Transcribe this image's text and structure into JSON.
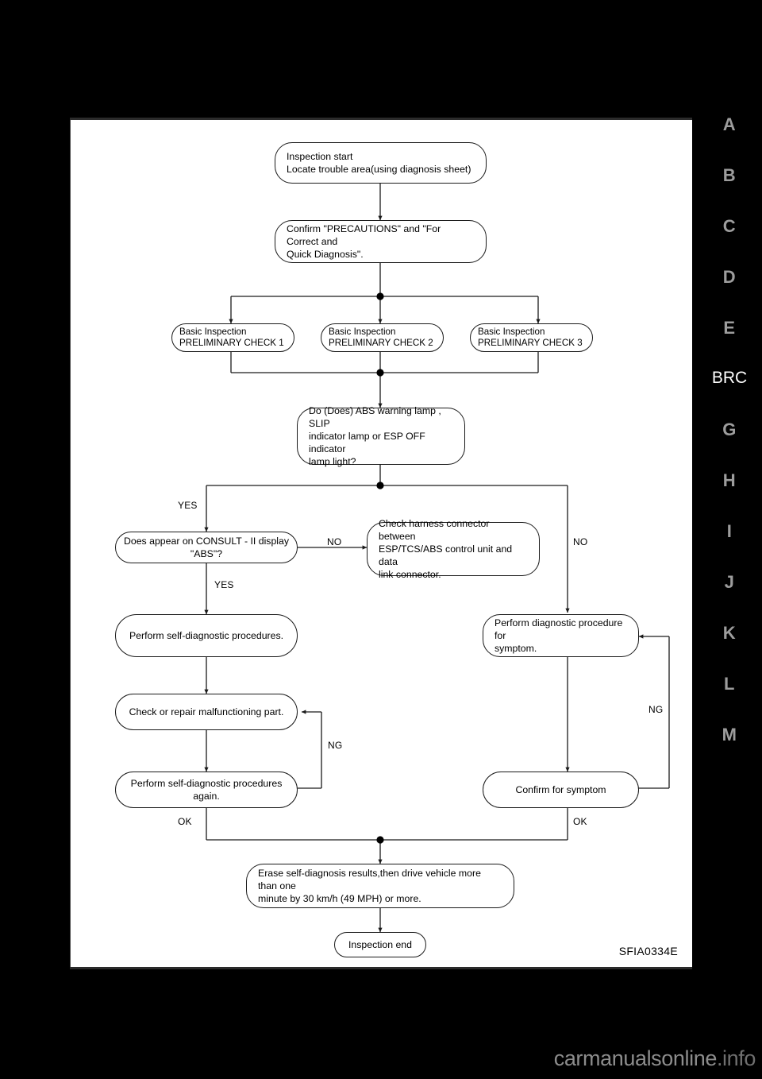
{
  "document": {
    "figure_id": "SFIA0334E",
    "watermark": "carmanualsonline",
    "watermark_suffix": ".info"
  },
  "index_rail": {
    "items": [
      {
        "label": "A",
        "active": false
      },
      {
        "label": "B",
        "active": false
      },
      {
        "label": "C",
        "active": false
      },
      {
        "label": "D",
        "active": false
      },
      {
        "label": "E",
        "active": false
      },
      {
        "label": "BRC",
        "active": true
      },
      {
        "label": "G",
        "active": false
      },
      {
        "label": "H",
        "active": false
      },
      {
        "label": "I",
        "active": false
      },
      {
        "label": "J",
        "active": false
      },
      {
        "label": "K",
        "active": false
      },
      {
        "label": "L",
        "active": false
      },
      {
        "label": "M",
        "active": false
      }
    ]
  },
  "flowchart": {
    "type": "flowchart",
    "title": "ABS / ESP / TCS Work Flow",
    "nodes": [
      {
        "id": "start",
        "label": "Inspection  start\n Locate trouble area(using diagnosis sheet)"
      },
      {
        "id": "precautions",
        "label": "Confirm \"PRECAUTIONS\" and \"For Correct and\nQuick Diagnosis\"."
      },
      {
        "id": "check1",
        "label": "Basic Inspection\n  PRELIMINARY CHECK 1"
      },
      {
        "id": "check2",
        "label": "Basic Inspection\n  PRELIMINARY CHECK 2"
      },
      {
        "id": "check3",
        "label": "Basic Inspection\n  PRELIMINARY CHECK 3"
      },
      {
        "id": "lamp",
        "label": "Do (Does) ABS warning lamp , SLIP\nindicator lamp or ESP OFF indicator\nlamp light?"
      },
      {
        "id": "consult",
        "label": "Does appear on CONSULT - II display \"ABS\"?"
      },
      {
        "id": "harness",
        "label": "Check harness connector between\nESP/TCS/ABS control unit and data\nlink connector."
      },
      {
        "id": "selfdiag",
        "label": "Perform self-diagnostic procedures."
      },
      {
        "id": "diagproc",
        "label": "Perform diagnostic procedure for\nsymptom."
      },
      {
        "id": "repair",
        "label": "Check or repair malfunctioning part."
      },
      {
        "id": "selfdiag2",
        "label": "Perform self-diagnostic procedures again."
      },
      {
        "id": "confirm",
        "label": "Confirm for symptom"
      },
      {
        "id": "erase",
        "label": "Erase self-diagnosis results,then drive vehicle more than one\n minute  by 30 km/h (49 MPH) or more."
      },
      {
        "id": "end",
        "label": "Inspection end"
      }
    ],
    "edge_labels": [
      {
        "id": "yes1",
        "text": "YES"
      },
      {
        "id": "no1",
        "text": "NO"
      },
      {
        "id": "no2",
        "text": "NO"
      },
      {
        "id": "yes2",
        "text": "YES"
      },
      {
        "id": "ng1",
        "text": "NG"
      },
      {
        "id": "ng2",
        "text": "NG"
      },
      {
        "id": "ok1",
        "text": "OK"
      },
      {
        "id": "ok2",
        "text": "OK"
      }
    ]
  }
}
